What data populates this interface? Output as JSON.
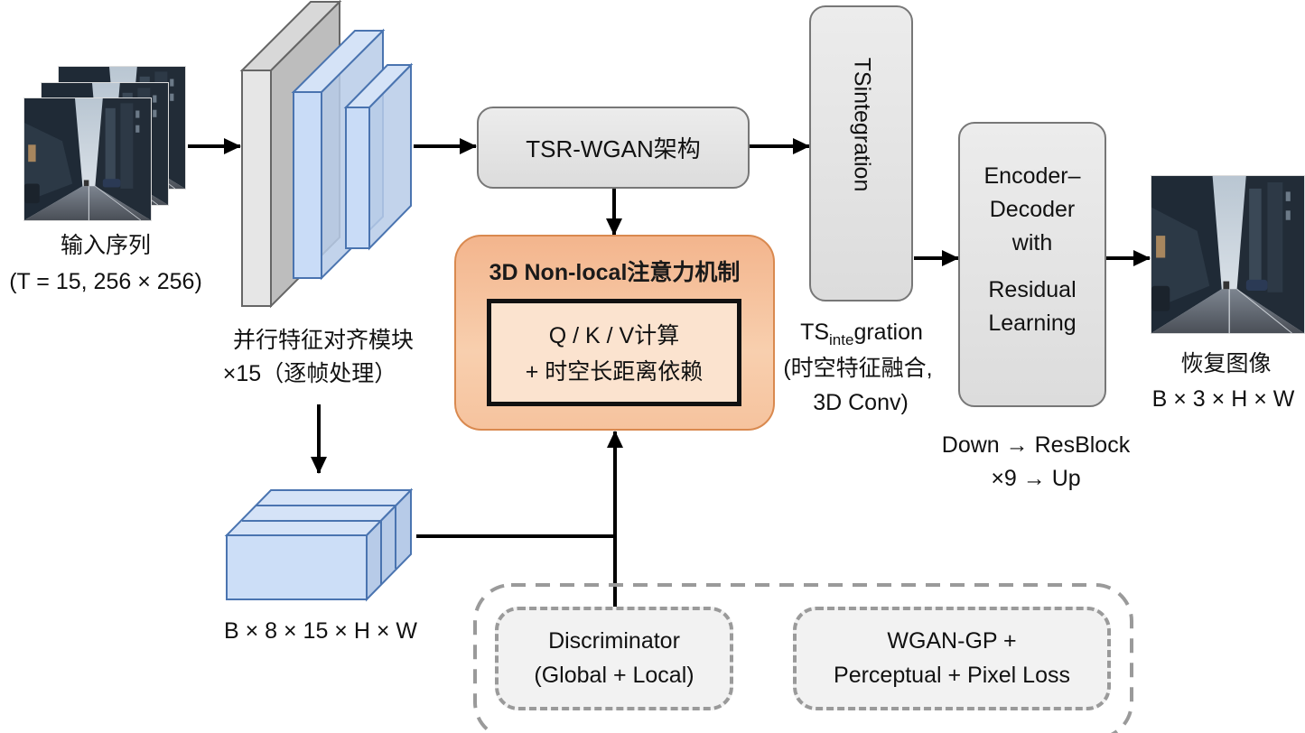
{
  "title": "TSR-WGAN Video Restoration Pipeline",
  "input": {
    "label": "输入序列",
    "spec": "(T = 15, 256 × 256)",
    "icon": "stacked-street-frames"
  },
  "feature_align": {
    "line1": "并行特征对齐模块",
    "line2": "×15（逐帧处理）"
  },
  "feature_tensor": {
    "label": "B × 8 × 15 × H × W"
  },
  "tsr_wgan": {
    "label": "TSR-WGAN架构"
  },
  "nonlocal": {
    "title": "3D Non-local注意力机制",
    "inner_line1": "Q / K / V计算",
    "inner_line2": "+ 时空长距离依赖"
  },
  "tsintegration": {
    "box_label": "TSintegration",
    "caption_main_prefix": "TS",
    "caption_sub": "inte",
    "caption_main_suffix": "gration",
    "caption_line2": "(时空特征融合,",
    "caption_line3": "3D Conv)"
  },
  "encoder_decoder": {
    "line1": "Encoder–",
    "line2": "Decoder",
    "line3": "with",
    "line4": "Residual",
    "line5": "Learning",
    "caption_line1": "Down → ResBlock",
    "caption_line2": "×9 → Up"
  },
  "output": {
    "label": "恢复图像",
    "spec": "B × 3 × H × W",
    "icon": "street-frame"
  },
  "loss_group": {
    "discriminator_line1": "Discriminator",
    "discriminator_line2": "(Global + Local)",
    "loss_line1": "WGAN-GP +",
    "loss_line2": "Perceptual + Pixel Loss"
  },
  "colors": {
    "gray_block": "#dcdcdc",
    "blue_block": "#c9dcf7",
    "blue_edge": "#4a74b0",
    "orange_fill": "#f6c39e",
    "orange_edge": "#d9894f",
    "dash_gray": "#9a9a9a"
  }
}
